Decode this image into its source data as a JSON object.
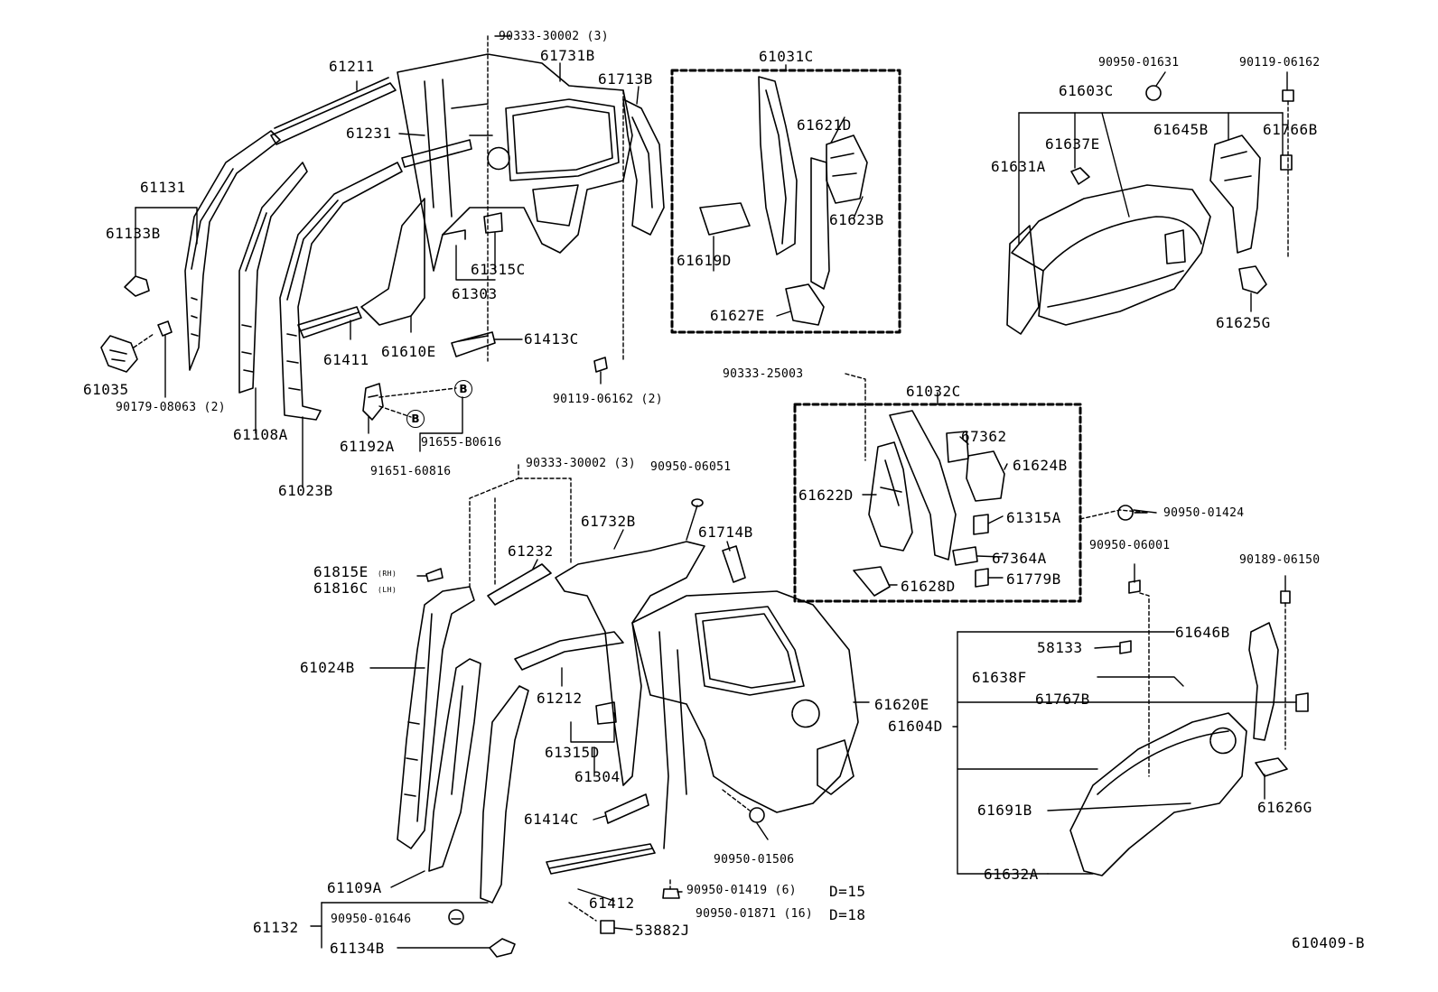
{
  "diagram_id": "610409-B",
  "labels": {
    "l61211": "61211",
    "l90333_30002_top": "90333-30002 (3)",
    "l61731B": "61731B",
    "l61713B": "61713B",
    "l61231": "61231",
    "l61131": "61131",
    "l61133B": "61133B",
    "l61315C": "61315C",
    "l61303": "61303",
    "l61035": "61035",
    "l90179_08063": "90179-08063 (2)",
    "l61411": "61411",
    "l61610E": "61610E",
    "l61413C": "61413C",
    "l90119_06162_2": "90119-06162 (2)",
    "l61108A": "61108A",
    "l61192A": "61192A",
    "l91655_B0616": "91655-B0616",
    "l91651_60816": "91651-60816",
    "l61023B": "61023B",
    "l61031C": "61031C",
    "l61621D": "61621D",
    "l61623B": "61623B",
    "l61619D": "61619D",
    "l61627E": "61627E",
    "l90950_01631": "90950-01631",
    "l90119_06162": "90119-06162",
    "l61603C": "61603C",
    "l61637E": "61637E",
    "l61645B": "61645B",
    "l61766B": "61766B",
    "l61631A": "61631A",
    "l61625G": "61625G",
    "l90333_25003": "90333-25003",
    "l61032C": "61032C",
    "l67362": "67362",
    "l61624B": "61624B",
    "l61622D": "61622D",
    "l61315A": "61315A",
    "l67364A": "67364A",
    "l61779B": "61779B",
    "l61628D": "61628D",
    "l90950_01424": "90950-01424",
    "l90950_06001": "90950-06001",
    "l90189_06150": "90189-06150",
    "l90333_30002_mid": "90333-30002 (3)",
    "l90950_06051": "90950-06051",
    "l61732B": "61732B",
    "l61714B": "61714B",
    "l61232": "61232",
    "l61815E": "61815E",
    "l61815E_sfx": "(RH)",
    "l61816C": "61816C",
    "l61816C_sfx": "(LH)",
    "l61024B": "61024B",
    "l61212": "61212",
    "l61315D": "61315D",
    "l61304": "61304",
    "l61620E": "61620E",
    "l61604D": "61604D",
    "l61646B": "61646B",
    "l58133": "58133",
    "l61638F": "61638F",
    "l61767B": "61767B",
    "l61414C": "61414C",
    "l90950_01506": "90950-01506",
    "l61691B": "61691B",
    "l61626G": "61626G",
    "l61109A": "61109A",
    "l61412": "61412",
    "l90950_01419": "90950-01419 (6)",
    "lD15": "D=15",
    "l90950_01871": "90950-01871 (16)",
    "lD18": "D=18",
    "l61632A": "61632A",
    "l61132": "61132",
    "l90950_01646": "90950-01646",
    "l53882J": "53882J",
    "l61134B": "61134B",
    "l610409B": "610409-B"
  },
  "callouts": {
    "B_upper": "B",
    "B_lower": "B"
  }
}
